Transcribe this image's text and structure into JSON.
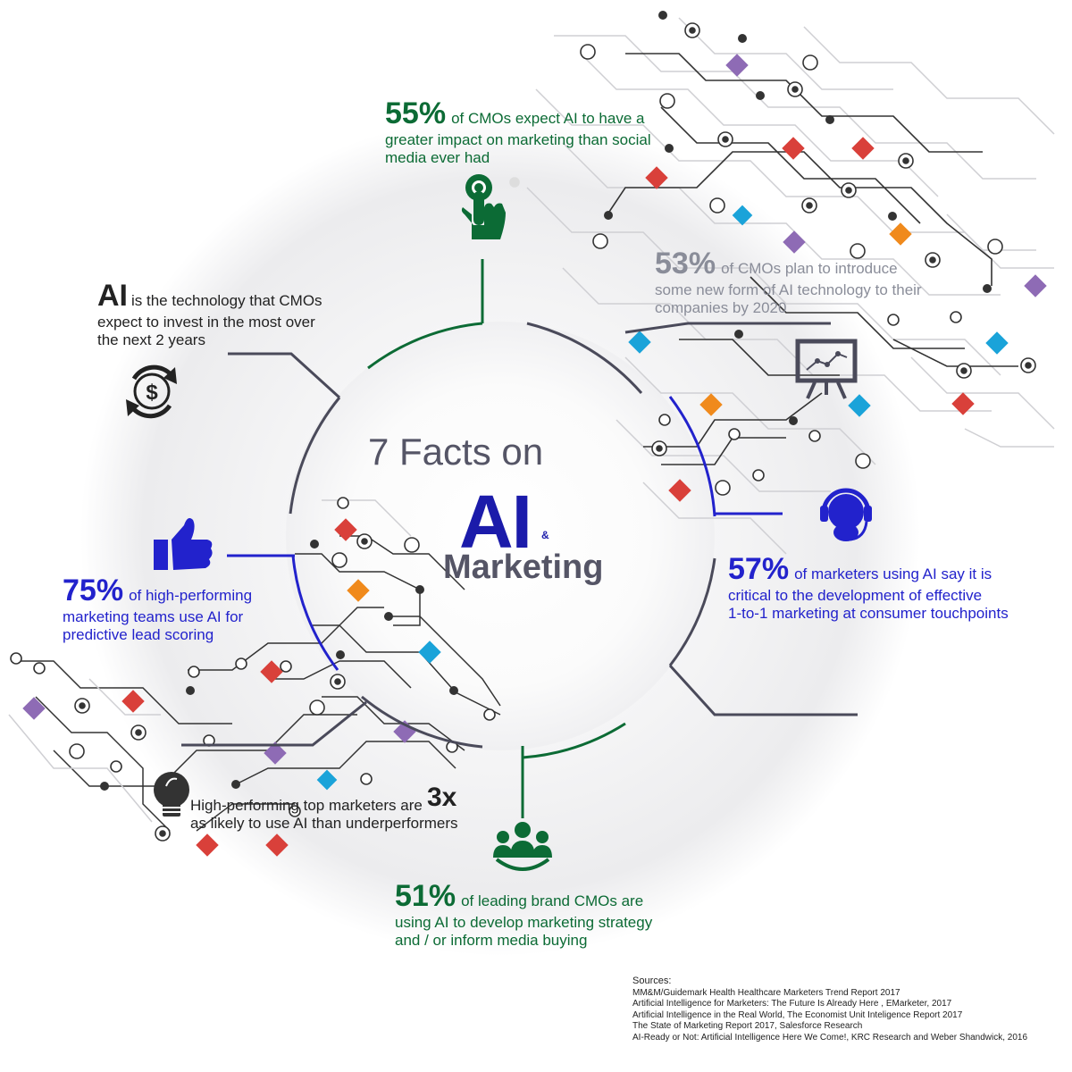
{
  "center": {
    "line1": "7 Facts on",
    "ai": "AI",
    "amp": "&",
    "marketing": "Marketing"
  },
  "facts": [
    {
      "stat": "55%",
      "text_lines": [
        "of CMOs expect AI to have a",
        "greater impact on marketing than social",
        "media ever had"
      ],
      "color": "#0c6b35",
      "icon": "tap-finger-icon"
    },
    {
      "stat": "53%",
      "text_lines": [
        "of CMOs plan to introduce",
        "some new form of AI technology to their",
        "companies by 2020"
      ],
      "color": "#8a8d99",
      "icon": "presentation-board-icon"
    },
    {
      "stat": "57%",
      "text_lines": [
        "of marketers using AI say it is",
        "critical to the development of effective",
        "1-to-1 marketing at consumer touchpoints"
      ],
      "color": "#2222cc",
      "icon": "headset-support-icon"
    },
    {
      "stat": "51%",
      "text_lines": [
        "of leading brand CMOs are",
        "using AI to develop marketing strategy",
        "and / or inform media buying"
      ],
      "color": "#0c6b35",
      "icon": "team-group-icon"
    },
    {
      "stat": "3x",
      "text_lines": [
        "High-performing top marketers are",
        "as likely to use AI than underperformers"
      ],
      "color": "#222222",
      "icon": "lightbulb-icon"
    },
    {
      "stat": "75%",
      "text_lines": [
        "of high-performing",
        "marketing teams use AI for",
        "predictive lead scoring"
      ],
      "color": "#2222cc",
      "icon": "thumbs-up-icon"
    },
    {
      "stat": "AI",
      "text_lines": [
        "is the technology that CMOs",
        "expect to invest in the most over",
        "the next 2 years"
      ],
      "color": "#222222",
      "icon": "dollar-cycle-icon"
    }
  ],
  "sources": {
    "heading": "Sources:",
    "items": [
      "MM&M/Guidemark Health Healthcare Marketers Trend Report 2017",
      "Artificial Intelligence for Marketers: The Future Is Already Here , EMarketer, 2017",
      "Artificial Intelligence in the Real World, The Economist Unit Inteligence Report 2017",
      "The State of Marketing Report 2017, Salesforce Research",
      "AI-Ready or Not: Artificial Intelligence Here We Come!,  KRC Research and Weber Shandwick, 2016"
    ]
  },
  "colors": {
    "green": "#0c6b35",
    "blue": "#2222cc",
    "gray": "#8a8d99",
    "dark": "#222222",
    "red_diamond": "#d9403a",
    "orange_diamond": "#f08a1c",
    "cyan_diamond": "#1aa3d9",
    "purple_diamond": "#8e6bb5"
  }
}
